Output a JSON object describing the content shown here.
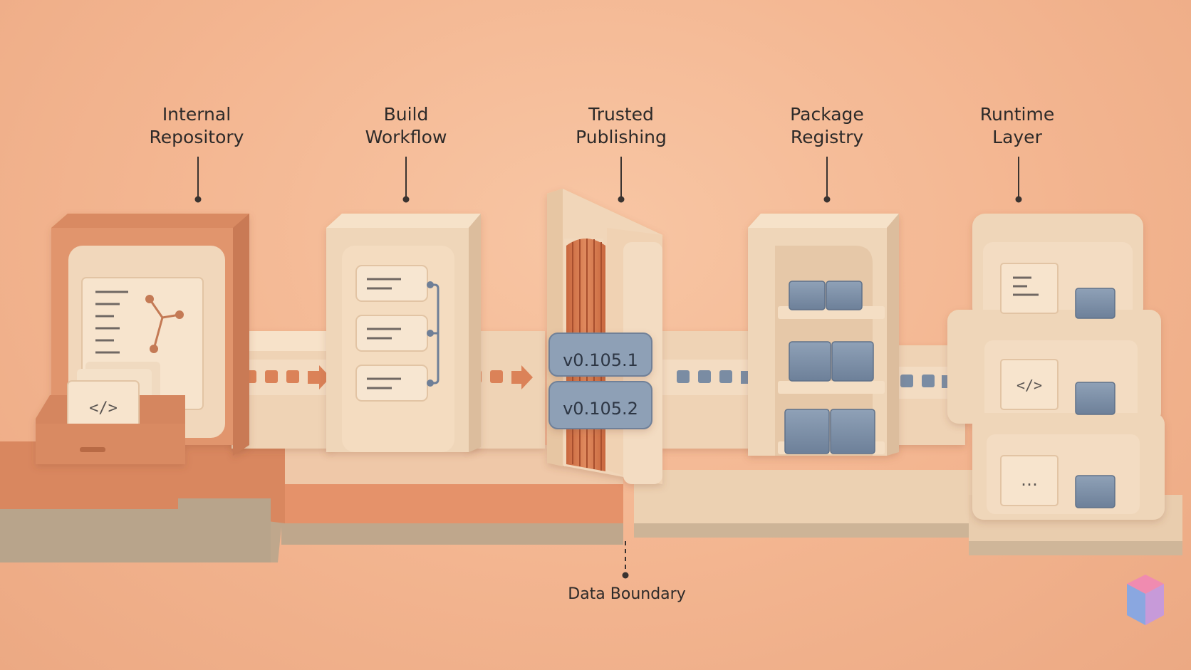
{
  "stages": [
    {
      "line1": "Internal",
      "line2": "Repository"
    },
    {
      "line1": "Build",
      "line2": "Workflow"
    },
    {
      "line1": "Trusted",
      "line2": "Publishing"
    },
    {
      "line1": "Package",
      "line2": "Registry"
    },
    {
      "line1": "Runtime",
      "line2": "Layer"
    }
  ],
  "versions": [
    "v0.105.1",
    "v0.105.2"
  ],
  "boundary_label": "Data Boundary",
  "code_glyph": "</>",
  "ellipsis_glyph": "…",
  "colors": {
    "background": "#f3b590",
    "terracotta": "#d9875f",
    "cream": "#f2dcc0",
    "slate_blue": "#7b8ea6",
    "ink": "#2d2a29"
  }
}
